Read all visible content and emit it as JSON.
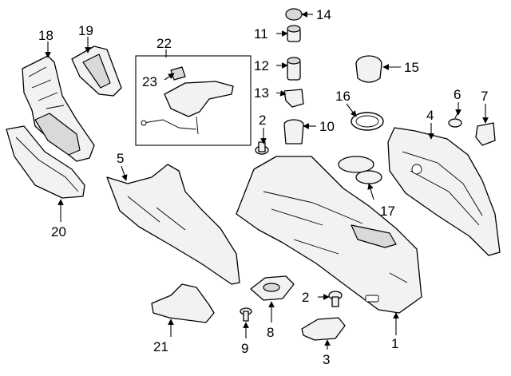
{
  "diagram": {
    "callouts": [
      {
        "id": "1",
        "label": "1"
      },
      {
        "id": "2a",
        "label": "2"
      },
      {
        "id": "2b",
        "label": "2"
      },
      {
        "id": "3",
        "label": "3"
      },
      {
        "id": "4",
        "label": "4"
      },
      {
        "id": "5",
        "label": "5"
      },
      {
        "id": "6",
        "label": "6"
      },
      {
        "id": "7",
        "label": "7"
      },
      {
        "id": "8",
        "label": "8"
      },
      {
        "id": "9",
        "label": "9"
      },
      {
        "id": "10",
        "label": "10"
      },
      {
        "id": "11",
        "label": "11"
      },
      {
        "id": "12",
        "label": "12"
      },
      {
        "id": "13",
        "label": "13"
      },
      {
        "id": "14",
        "label": "14"
      },
      {
        "id": "15",
        "label": "15"
      },
      {
        "id": "16",
        "label": "16"
      },
      {
        "id": "17",
        "label": "17"
      },
      {
        "id": "18",
        "label": "18"
      },
      {
        "id": "19",
        "label": "19"
      },
      {
        "id": "20",
        "label": "20"
      },
      {
        "id": "21",
        "label": "21"
      },
      {
        "id": "22",
        "label": "22"
      },
      {
        "id": "23",
        "label": "23"
      }
    ]
  }
}
